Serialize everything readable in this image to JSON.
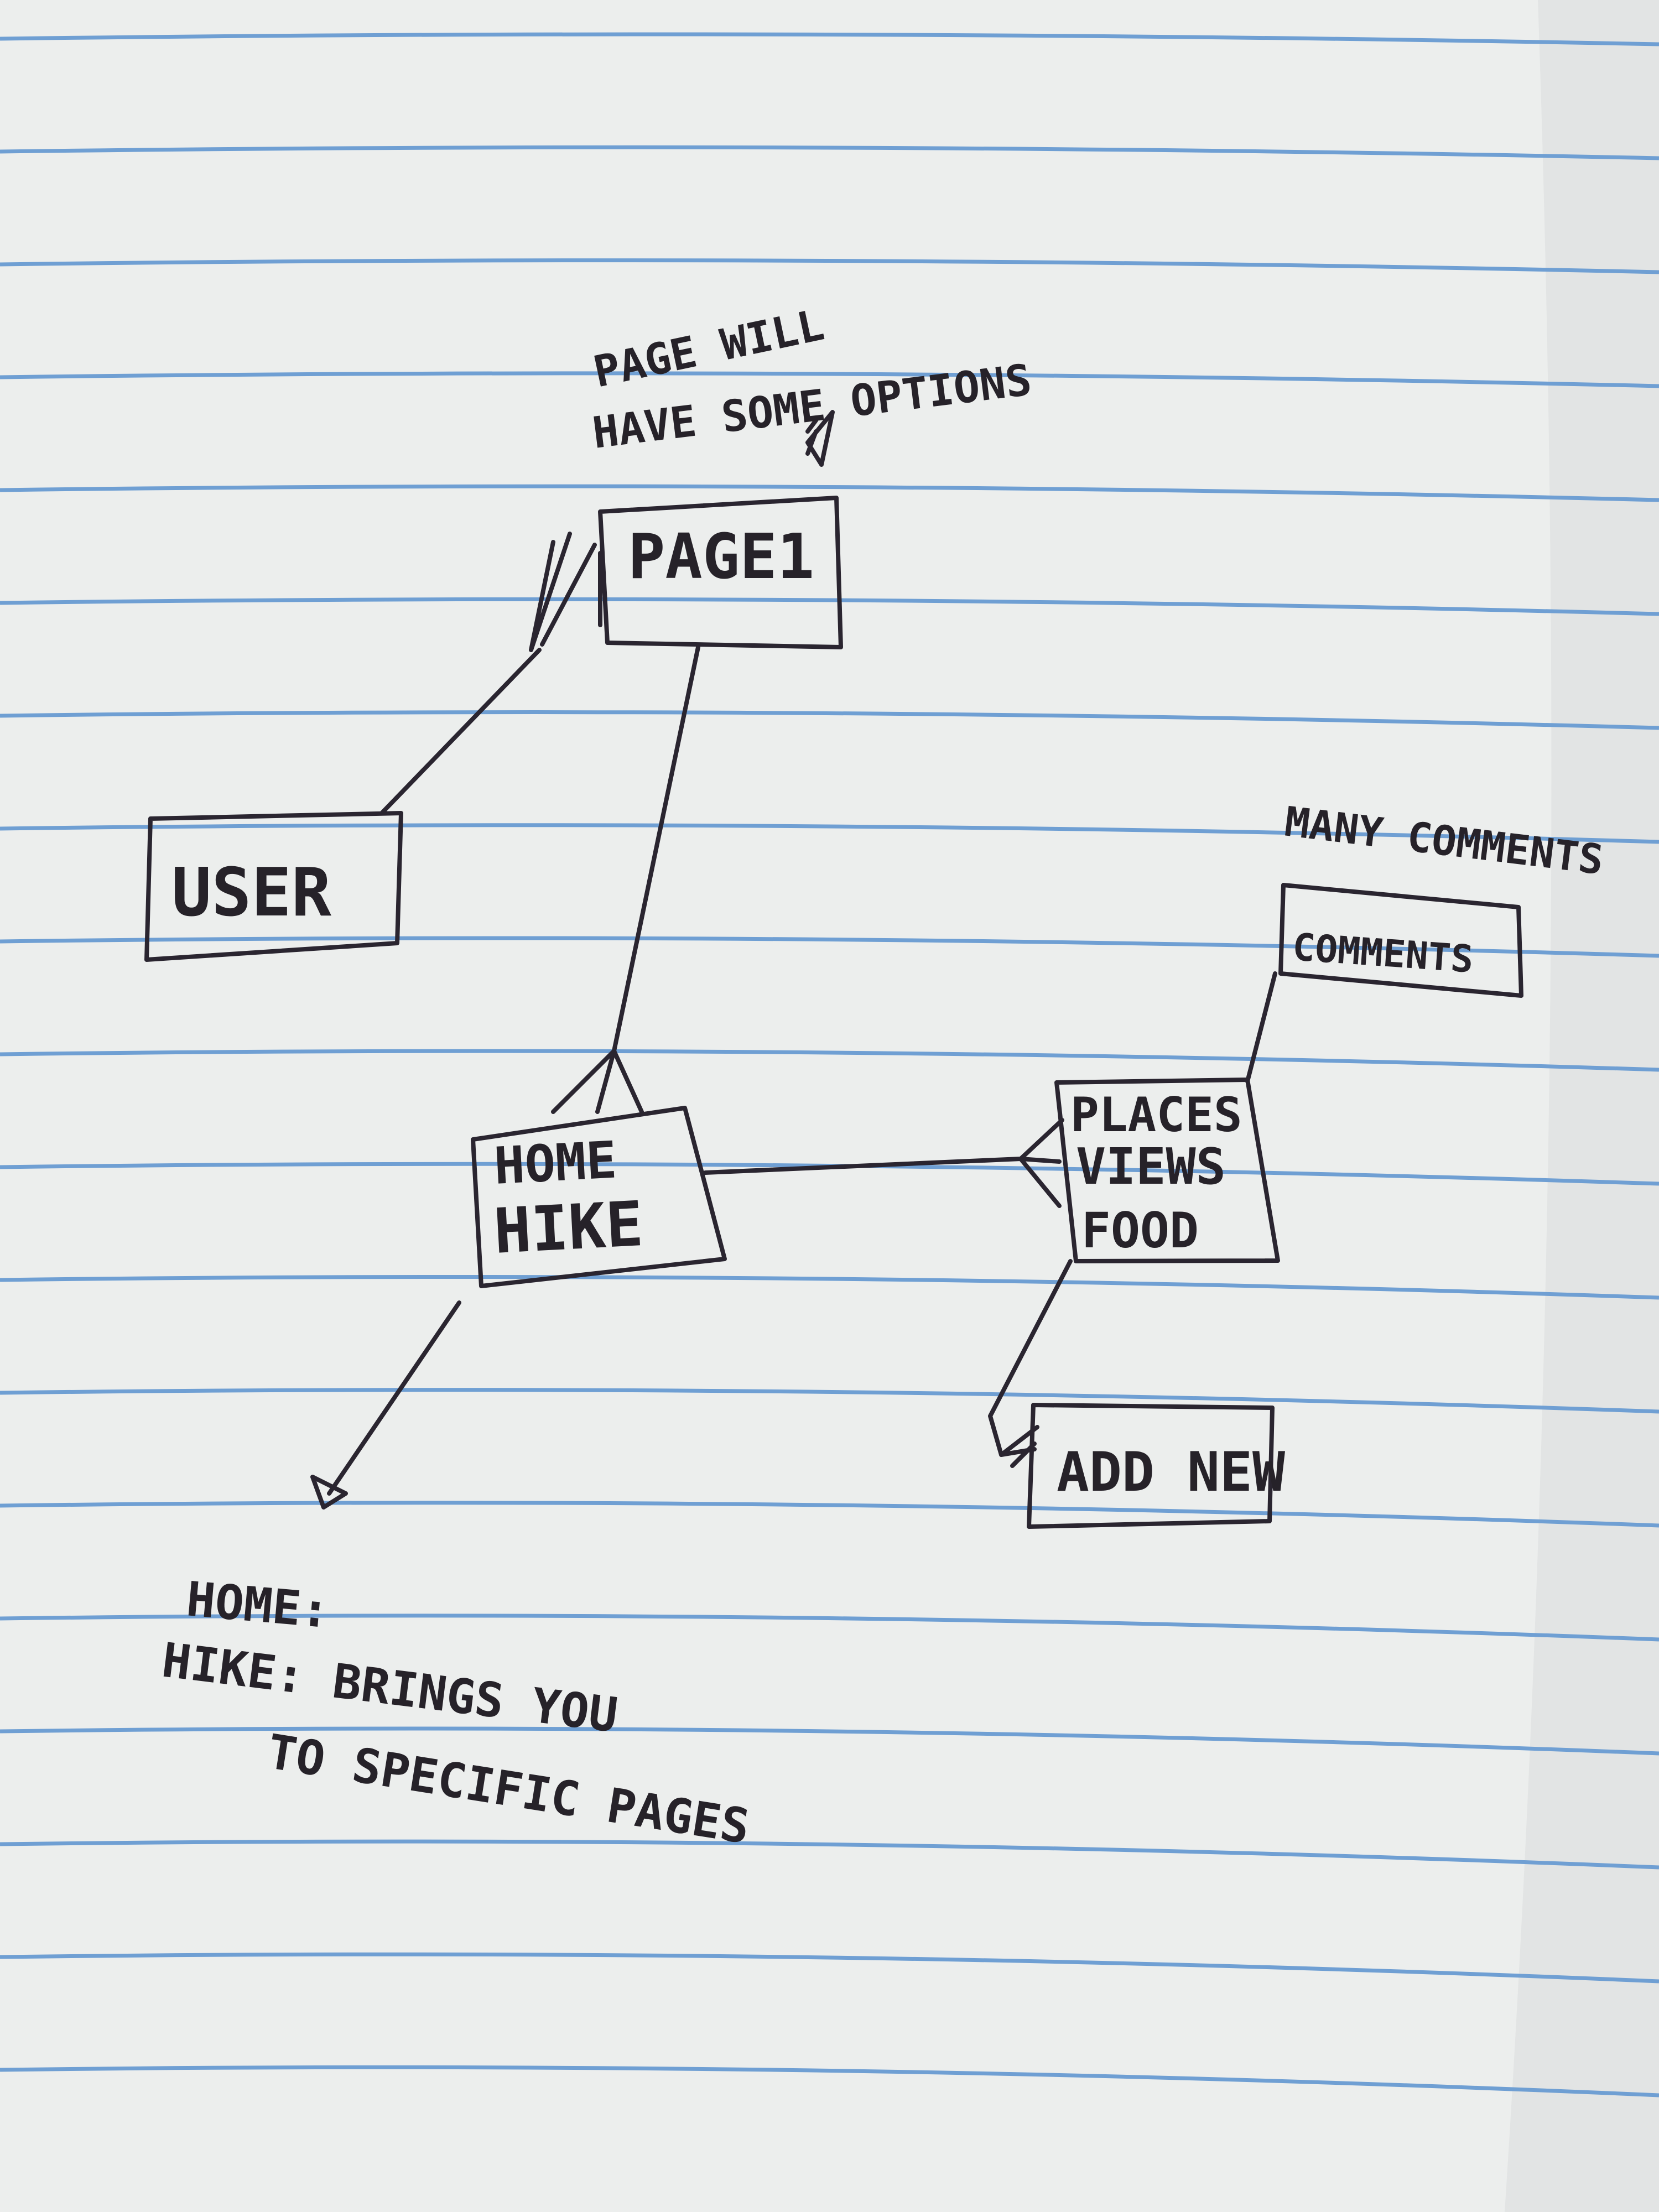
{
  "diagram": {
    "ink_color": "#2a2530",
    "paper_color": "#eceeed",
    "rule_color": "#6f9fd3",
    "nodes": {
      "page1": {
        "label": "PAGE1"
      },
      "user": {
        "label": "USER"
      },
      "home_hike": {
        "lines": [
          "HOME",
          "HIKE"
        ]
      },
      "places": {
        "lines": [
          "PLACES",
          "VIEWS",
          "FOOD"
        ]
      },
      "comments": {
        "label": "COMMENTS"
      },
      "add_new": {
        "label": "ADD NEW"
      }
    },
    "notes": {
      "page_options": [
        "PAGE WILL",
        "HAVE SOME OPTIONS"
      ],
      "many_comments": "MANY COMMENTS",
      "home_hike": [
        "HOME:",
        "HIKE: BRINGS YOU",
        "TO SPECIFIC PAGES"
      ]
    }
  }
}
